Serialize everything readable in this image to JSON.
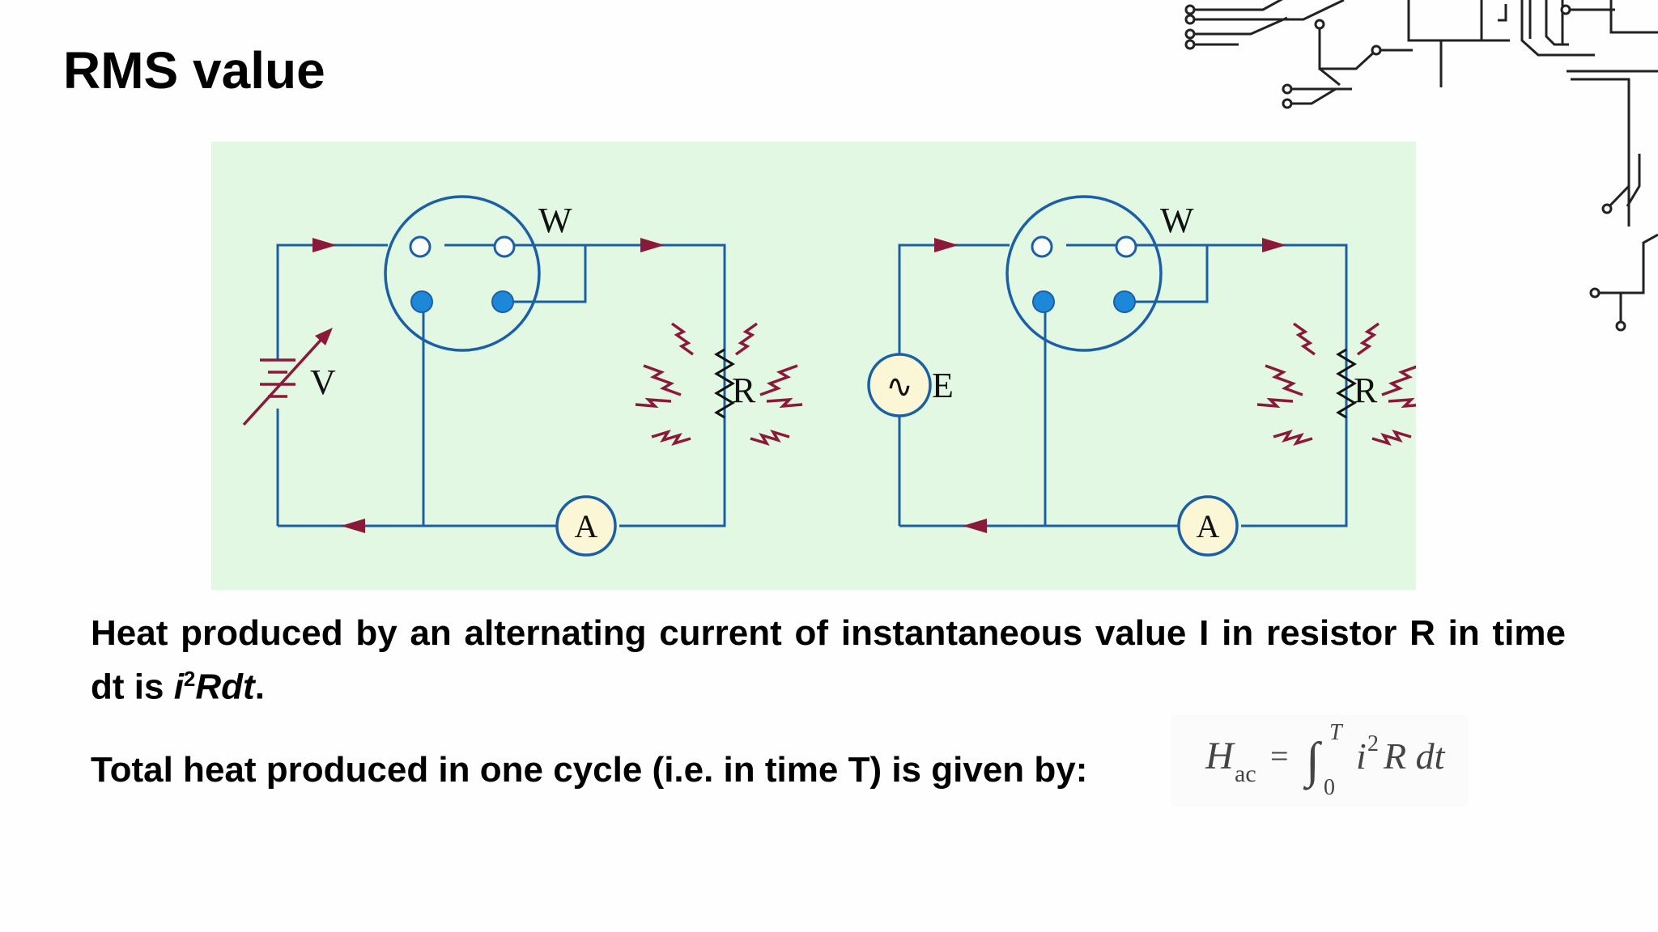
{
  "slide": {
    "title": "RMS value"
  },
  "figure": {
    "left_circuit": {
      "meter_label": "W",
      "source_label": "V",
      "resistor_label": "R",
      "ammeter_label": "A"
    },
    "right_circuit": {
      "meter_label": "W",
      "source_label": "E",
      "resistor_label": "R",
      "ammeter_label": "A",
      "ac_symbol": "∿"
    },
    "colors": {
      "wire": "#1a5fa8",
      "arrow": "#8b1a3a",
      "heat": "#8b1a3a",
      "terminal_fill": "#1e88d8",
      "meter_face": "#fbf7d6",
      "background": "#e3f8e3"
    }
  },
  "text": {
    "para1_a": "Heat produced by an alternating current of instantaneous value I in resistor R in time dt is ",
    "para1_i": "i",
    "para1_sup": "2",
    "para1_rdt": "Rdt",
    "para1_end": ".",
    "para2": "Total heat produced in one cycle (i.e. in time T) is given by:"
  },
  "formula": {
    "H": "H",
    "sub": "ac",
    "eq": "=",
    "integral": "∫",
    "upper": "T",
    "lower": "0",
    "i": "i",
    "sq": "2",
    "rest": "R dt"
  }
}
